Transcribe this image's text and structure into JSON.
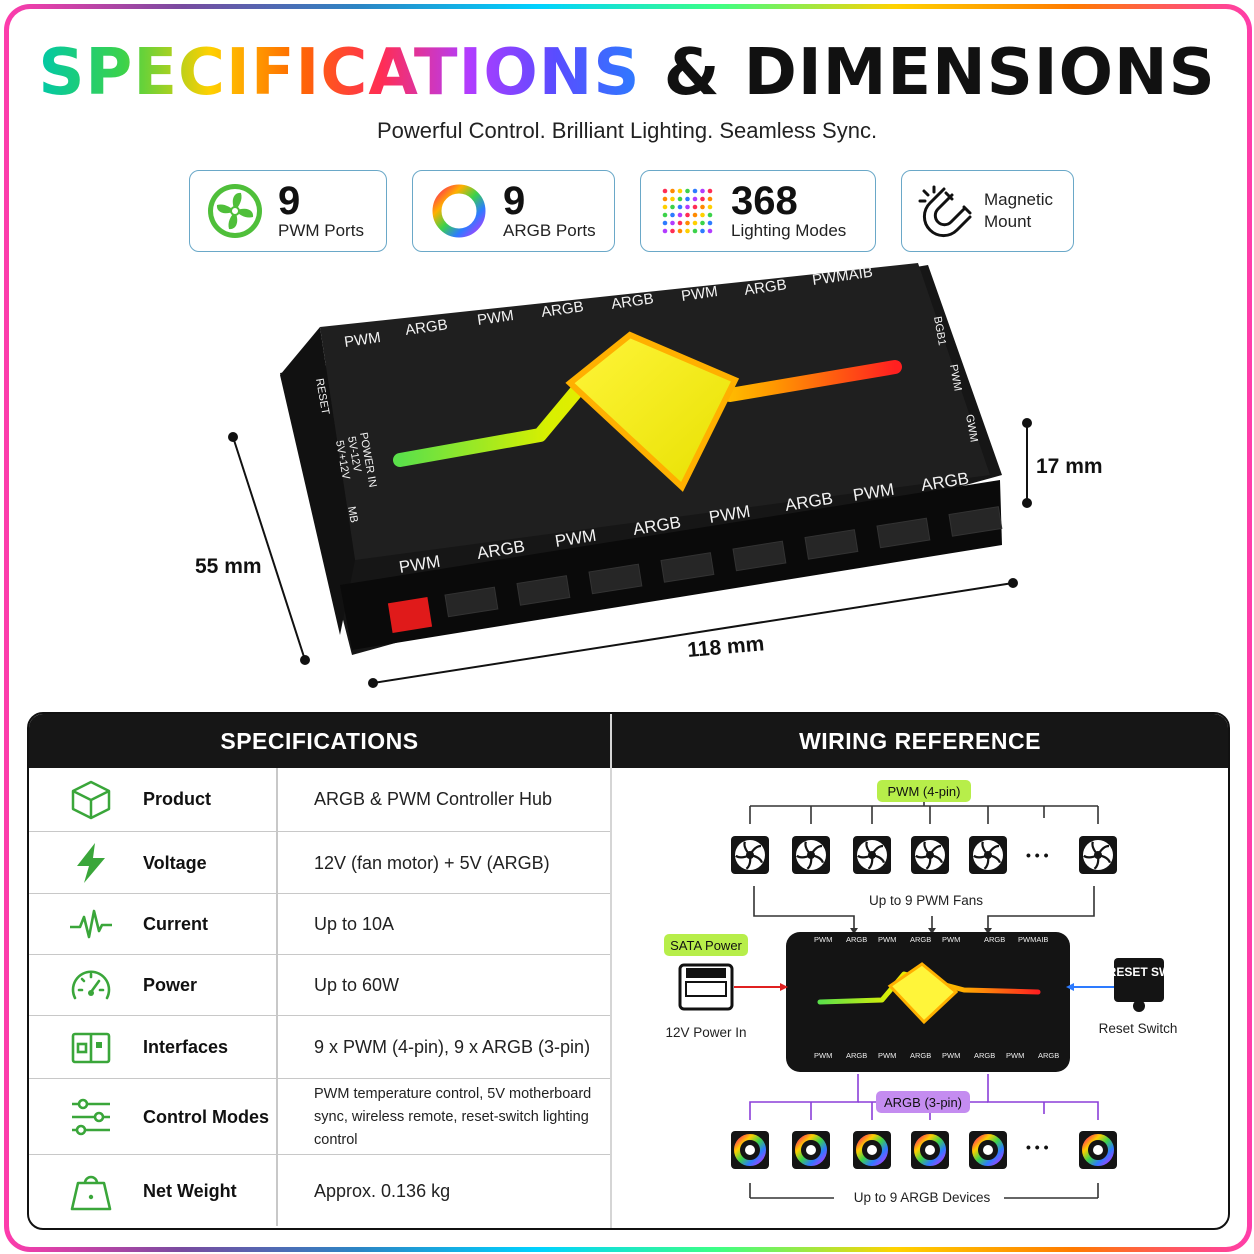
{
  "header": {
    "title_grad": "SPECIFICATIONS",
    "title_rest": " & DIMENSIONS",
    "subtitle": "Powerful Control. Brilliant Lighting. Seamless Sync."
  },
  "badges": [
    {
      "num": "9",
      "label": "PWM Ports",
      "icon": "fan-icon"
    },
    {
      "num": "9",
      "label": "ARGB Ports",
      "icon": "rgb-ring-icon"
    },
    {
      "num": "368",
      "label": "Lighting Modes",
      "icon": "dot-matrix-icon"
    },
    {
      "num": "",
      "label": "Magnetic Mount",
      "icon": "magnet-icon"
    }
  ],
  "device": {
    "top_ports": [
      "PWM",
      "ARGB",
      "PWM",
      "ARGB",
      "ARGB",
      "PWM",
      "ARGB",
      "PWMAIB"
    ],
    "front_ports": [
      "PWM",
      "ARGB",
      "PWM",
      "ARGB",
      "PWM",
      "ARGB",
      "PWM",
      "ARGB"
    ],
    "left_labels": [
      "RESET",
      "POWER IN",
      "5V-12V",
      "5V+12V",
      "MB"
    ],
    "right_labels": [
      "BGB1",
      "PWM",
      "GWM"
    ],
    "dim_width": "118 mm",
    "dim_depth": "55 mm",
    "dim_height": "17 mm"
  },
  "specs": {
    "heading": "SPECIFICATIONS",
    "rows": [
      {
        "key": "Product",
        "value": "ARGB & PWM Controller Hub",
        "icon": "box-icon"
      },
      {
        "key": "Voltage",
        "value": "12V (fan motor) + 5V (ARGB)",
        "icon": "lightning-icon"
      },
      {
        "key": "Current",
        "value": "Up to 10A",
        "icon": "pulse-icon"
      },
      {
        "key": "Power",
        "value": "Up to 60W",
        "icon": "gauge-icon"
      },
      {
        "key": "Interfaces",
        "value": "9 x PWM (4-pin), 9 x ARGB (3-pin)",
        "icon": "ports-icon"
      },
      {
        "key": "Control Modes",
        "value": "PWM temperature control, 5V motherboard sync, wireless remote, reset-switch lighting control",
        "icon": "sliders-icon"
      },
      {
        "key": "Net Weight",
        "value": "Approx. 0.136 kg",
        "icon": "weight-icon"
      }
    ]
  },
  "wiring": {
    "heading": "WIRING REFERENCE",
    "pwm_tag": "PWM (4-pin)",
    "pwm_caption": "Up to 9 PWM Fans",
    "argb_tag": "ARGB (3-pin)",
    "argb_caption": "Up to 9 ARGB Devices",
    "sata_tag": "SATA Power",
    "power_caption": "12V Power In",
    "reset_box": "RESET SW",
    "reset_caption": "Reset Switch",
    "ellipsis": "• • •",
    "hub_top": [
      "PWM",
      "ARGB",
      "PWM",
      "ARGB",
      "PWM",
      "ARGB",
      "PWMAIB"
    ],
    "hub_bottom": [
      "PWM",
      "ARGB",
      "PWM",
      "ARGB",
      "PWM",
      "ARGB",
      "PWM",
      "ARGB"
    ]
  },
  "colors": {
    "green_tag": "#b7ee4a",
    "purple_tag": "#c48cf0",
    "purple_line": "#8b3fd9",
    "red_line": "#e02020",
    "accent_green": "#3aa63a"
  }
}
